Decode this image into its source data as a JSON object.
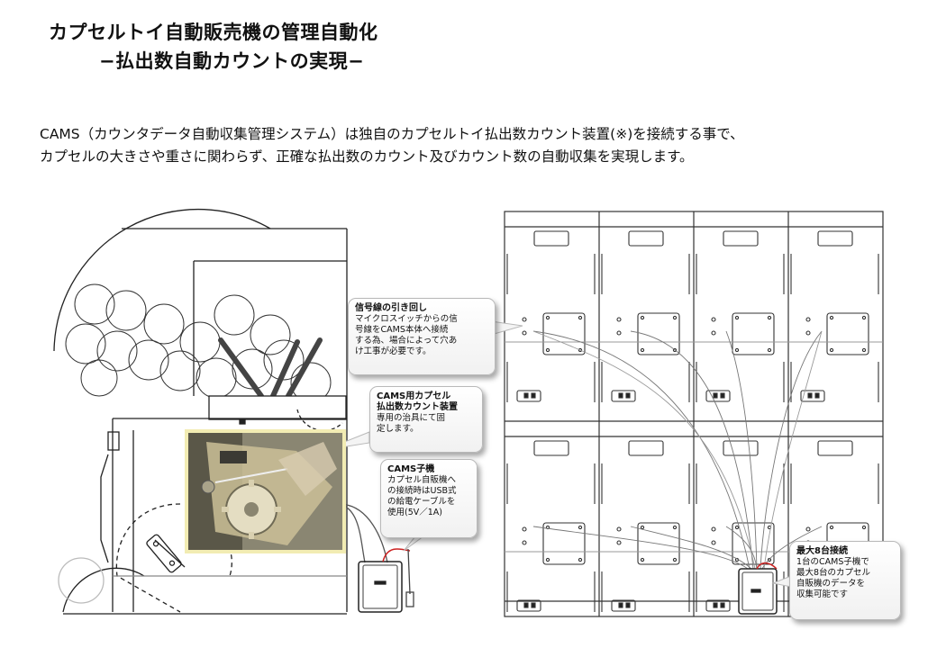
{
  "title": "カプセルトイ自動販売機の管理自動化",
  "subtitle": "−払出数自動カウントの実現−",
  "intro": {
    "line1": "CAMS（カウンタデータ自動収集管理システム）は独自のカプセルトイ払出数カウント装置(※)を接続する事で、",
    "line2": "カプセルの大きさや重さに関わらず、正確な払出数のカウント及びカウント数の自動収集を実現します。"
  },
  "callouts": {
    "signal": {
      "title": "信号線の引き回し",
      "body": "マイクロスイッチからの信\n号線をCAMS本体へ接続\nする為、場合によって穴あ\nけ工事が必要です。"
    },
    "counter": {
      "title": "CAMS用カプセル\n払出数カウント装置",
      "body": "専用の治具にて固\n定します。"
    },
    "child": {
      "title": "CAMS子機",
      "body": "カプセル自販機へ\nの接続時はUSB式\nの給電ケーブルを\n使用(5V／1A)"
    },
    "max": {
      "title": "最大8台接続",
      "body": "1台のCAMS子機で\n最大8台のカプセル\n自販機のデータを\n収集可能です"
    }
  },
  "colors": {
    "line": "#222222",
    "cable_red": "#cc2222",
    "photo_border": "#f2ecb3",
    "callout_border": "#b9b9b9"
  }
}
